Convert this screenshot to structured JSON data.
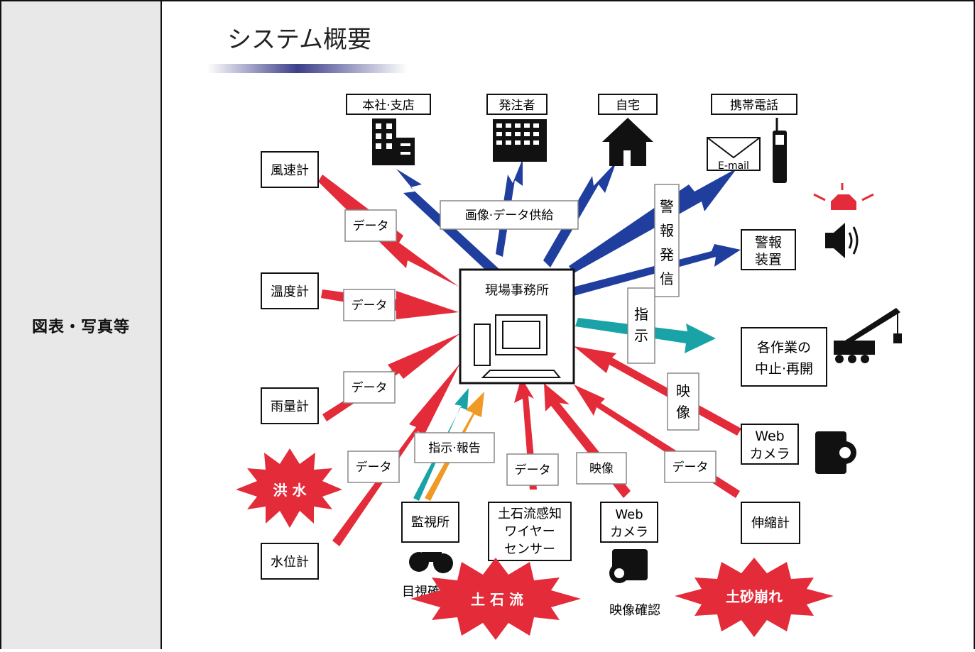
{
  "row_label": "図表・写真等",
  "diagram": {
    "title": "システム概要",
    "center": "現場事務所",
    "email": "E-mail",
    "recipients": {
      "honsha": "本社·支店",
      "hacchusha": "発注者",
      "jitaku": "自宅",
      "keitai": "携帯電話"
    },
    "sensors": {
      "fusokukei": "風速計",
      "ondokei": "温度計",
      "uryokei": "雨量計",
      "suiikei": "水位計",
      "shinshukukei": "伸縮計"
    },
    "flow_labels": {
      "data": "データ",
      "gazo_data": "画像·データ供給",
      "keiho_hasshin": [
        "警",
        "報",
        "発",
        "信"
      ],
      "shiji": [
        "指",
        "示"
      ],
      "eizo_v": [
        "映",
        "像"
      ],
      "eizo": "映像",
      "shiji_hokoku": "指示·報告"
    },
    "devices": {
      "keiho_sochi": [
        "警報",
        "装置"
      ],
      "sagyo": [
        "各作業の",
        "中止·再開"
      ],
      "webcam_right": [
        "Web",
        "カメラ"
      ],
      "webcam_bottom": [
        "Web",
        "カメラ"
      ],
      "kanshijo": "監視所",
      "wire_sensor": [
        "土石流感知",
        "ワイヤー",
        "センサー"
      ]
    },
    "captions": {
      "mokushi": "目視確認",
      "eizo_kakunin": "映像確認"
    },
    "hazards": {
      "kozui": "洪 水",
      "dosekiryu": "土 石 流",
      "dosha": "土砂崩れ"
    },
    "colors": {
      "red": "#e32b3a",
      "blue": "#1f3e9e",
      "teal": "#19a3a7",
      "orange": "#f09a25"
    }
  }
}
